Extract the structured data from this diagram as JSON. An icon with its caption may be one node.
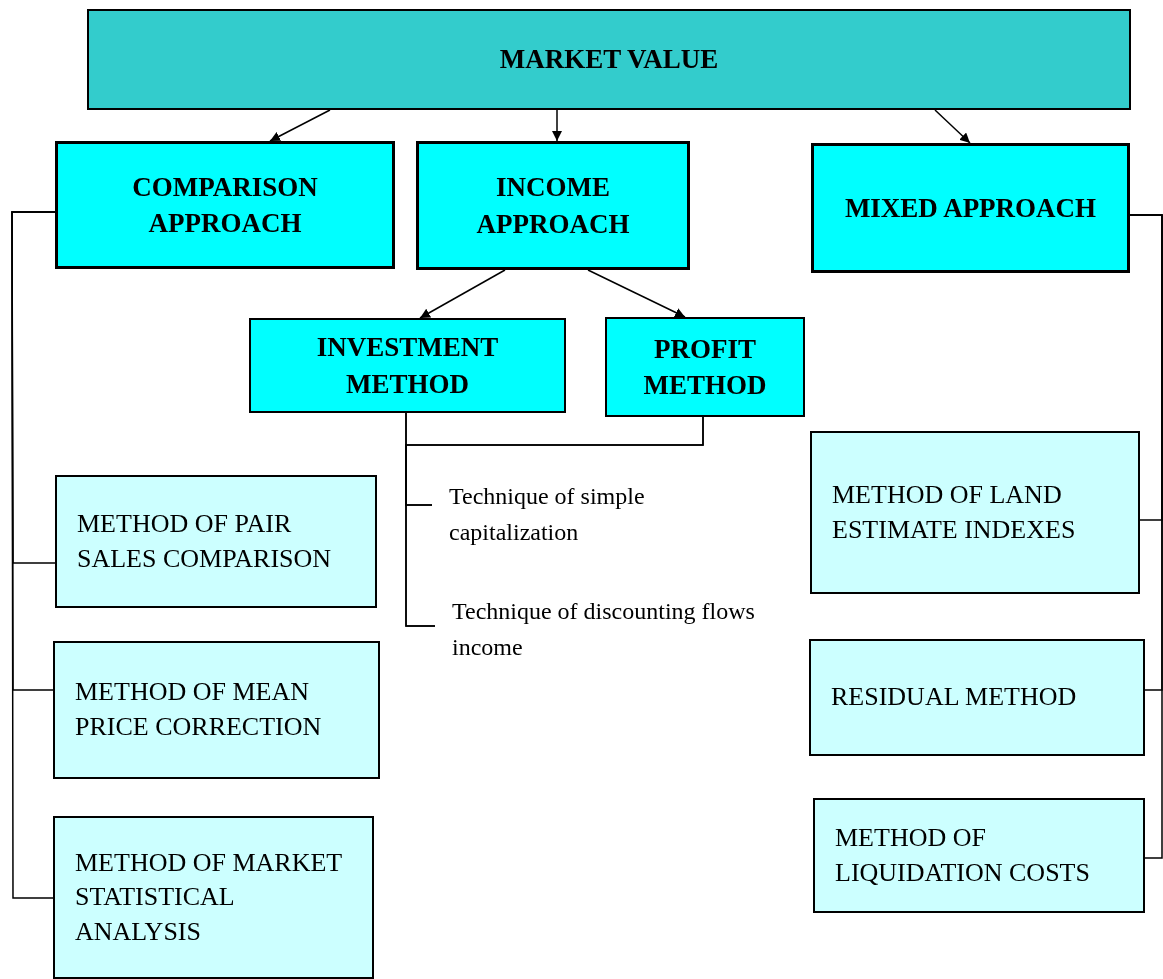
{
  "diagram": {
    "nodes": [
      {
        "text": [
          "MARKET VALUE"
        ]
      },
      {
        "text": [
          "COMPARISON APPROACH"
        ]
      },
      {
        "text": [
          "INCOME APPROACH"
        ]
      },
      {
        "text": [
          "MIXED APPROACH"
        ]
      },
      {
        "text": [
          "INVESTMENT METHOD"
        ]
      },
      {
        "text": [
          "PROFIT METHOD"
        ]
      },
      {
        "text": [
          "Technique of simple capitalization"
        ]
      },
      {
        "text": [
          "Technique of discounting flows income"
        ]
      },
      {
        "text": [
          "METHOD OF PAIR SALES COMPARISON"
        ]
      },
      {
        "text": [
          "METHOD OF MEAN PRICE CORRECTION"
        ]
      },
      {
        "text": [
          "METHOD OF MARKET STATISTICAL ANALYSIS"
        ]
      },
      {
        "text": [
          "METHOD OF LAND ESTIMATE INDEXES"
        ]
      },
      {
        "text": [
          "RESIDUAL METHOD"
        ]
      },
      {
        "text": [
          "METHOD OF LIQUIDATION COSTS"
        ]
      }
    ],
    "edges": [
      {
        "from": 0,
        "to": 1,
        "arrow": "to"
      },
      {
        "from": 0,
        "to": 2,
        "arrow": "to"
      },
      {
        "from": 0,
        "to": 3,
        "arrow": "to"
      },
      {
        "from": 2,
        "to": 4,
        "arrow": "to"
      },
      {
        "from": 2,
        "to": 5,
        "arrow": "to"
      },
      {
        "from": 4,
        "to": 6,
        "arrow": "none"
      },
      {
        "from": 4,
        "to": 7,
        "arrow": "none"
      },
      {
        "from": 5,
        "to": 6,
        "arrow": "none"
      },
      {
        "from": 5,
        "to": 7,
        "arrow": "none"
      },
      {
        "from": 1,
        "to": 8,
        "arrow": "none"
      },
      {
        "from": 1,
        "to": 9,
        "arrow": "none"
      },
      {
        "from": 1,
        "to": 10,
        "arrow": "none"
      },
      {
        "from": 3,
        "to": 11,
        "arrow": "none"
      },
      {
        "from": 3,
        "to": 12,
        "arrow": "none"
      },
      {
        "from": 3,
        "to": 13,
        "arrow": "none"
      }
    ]
  }
}
